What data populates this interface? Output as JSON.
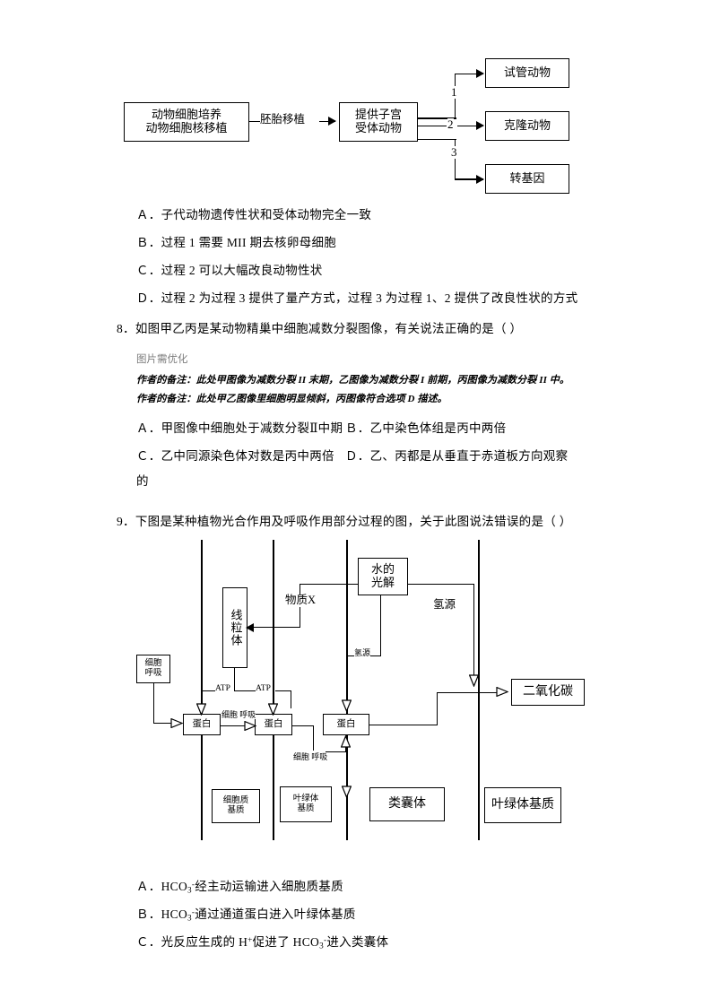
{
  "figure1": {
    "name": "animal-cell-engineering-flowchart",
    "boxes": {
      "source_line1": "动物细胞培养",
      "source_line2": "动物细胞核移植",
      "recipient_line1": "提供子宫",
      "recipient_line2": "受体动物",
      "out1": "试管动物",
      "out2": "克隆动物",
      "out3": "转基因"
    },
    "edge_labels": {
      "transfer": "胚胎移植",
      "branch1": "1",
      "branch2": "2",
      "branch3": "3"
    }
  },
  "question7_options": [
    "Ａ．子代动物遗传性状和受体动物完全一致",
    "Ｂ．过程 1 需要 MII 期去核卵母细胞",
    "Ｃ．过程 2 可以大幅改良动物性状",
    "Ｄ．过程 2 为过程 3 提供了量产方式，过程 3 为过程 1、2 提供了改良性状的方式"
  ],
  "question8": {
    "stem": "8．如图甲乙丙是某动物精巢中细胞减数分裂图像，有关说法正确的是（    ）",
    "placeholder_note": "图片需优化",
    "author_notes": [
      "作者的备注：此处甲图像为减数分裂 II 末期，乙图像为减数分裂 I 前期，丙图像为减数分裂 II 中。",
      "作者的备注：此处甲乙图像里细胞明显倾斜，丙图像符合选项 D 描述。"
    ],
    "options": {
      "a": "Ａ．甲图像中细胞处于减数分裂Ⅱ中期",
      "b": "Ｂ．乙中染色体组是丙中两倍",
      "c": "Ｃ．乙中同源染色体对数是丙中两倍",
      "d": "Ｄ．乙、丙都是从垂直于赤道板方向观察",
      "d_wrap": "的"
    }
  },
  "question9": {
    "stem": "9．下图是某种植物光合作用及呼吸作用部分过程的图，关于此图说法错误的是（    ）",
    "options": [
      {
        "prefix": "Ａ．HCO",
        "sub": "3",
        "sup": "-",
        "rest": "经主动运输进入细胞质基质"
      },
      {
        "prefix": "Ｂ．HCO",
        "sub": "3",
        "sup": "-",
        "rest": "通过通道蛋白进入叶绿体基质"
      },
      {
        "prefix": "Ｃ．光反应生成的 H",
        "sub": "",
        "sup": "+",
        "rest": "促进了 HCO₃⁻进入类囊体"
      }
    ],
    "option_c_parts": {
      "lead": "Ｃ．光反应生成的 H",
      "plus": "+",
      "mid": "促进了 HCO",
      "sub3": "3",
      "minus": "-",
      "tail": "进入类囊体"
    }
  },
  "figure2": {
    "name": "photosynthesis-respiration-transport-diagram",
    "boxes": {
      "mitochondria": "线粒体",
      "water_photolysis_l1": "水的",
      "water_photolysis_l2": "光解",
      "cell_resp_left_l1": "细胞",
      "cell_resp_left_l2": "呼吸",
      "protein1": "蛋白",
      "protein2": "蛋白",
      "protein3": "蛋白",
      "carbon_dioxide": "二氧化碳",
      "cytosol_l1": "细胞质",
      "cytosol_l2": "基质",
      "stroma_small_l1": "叶绿体",
      "stroma_small_l2": "基质",
      "thylakoid": "类囊体",
      "chloroplast_stroma": "叶绿体基质"
    },
    "labels": {
      "substance_x": "物质X",
      "hydrogen_source_right": "氢源",
      "hydrogen_source_mid": "氢源",
      "atp_left": "ATP",
      "atp_right": "ATP",
      "cell_resp_mid_l1": "细胞",
      "cell_resp_mid_l2": "呼吸",
      "cell_resp_low_l1": "细胞",
      "cell_resp_low_l2": "呼吸"
    }
  }
}
